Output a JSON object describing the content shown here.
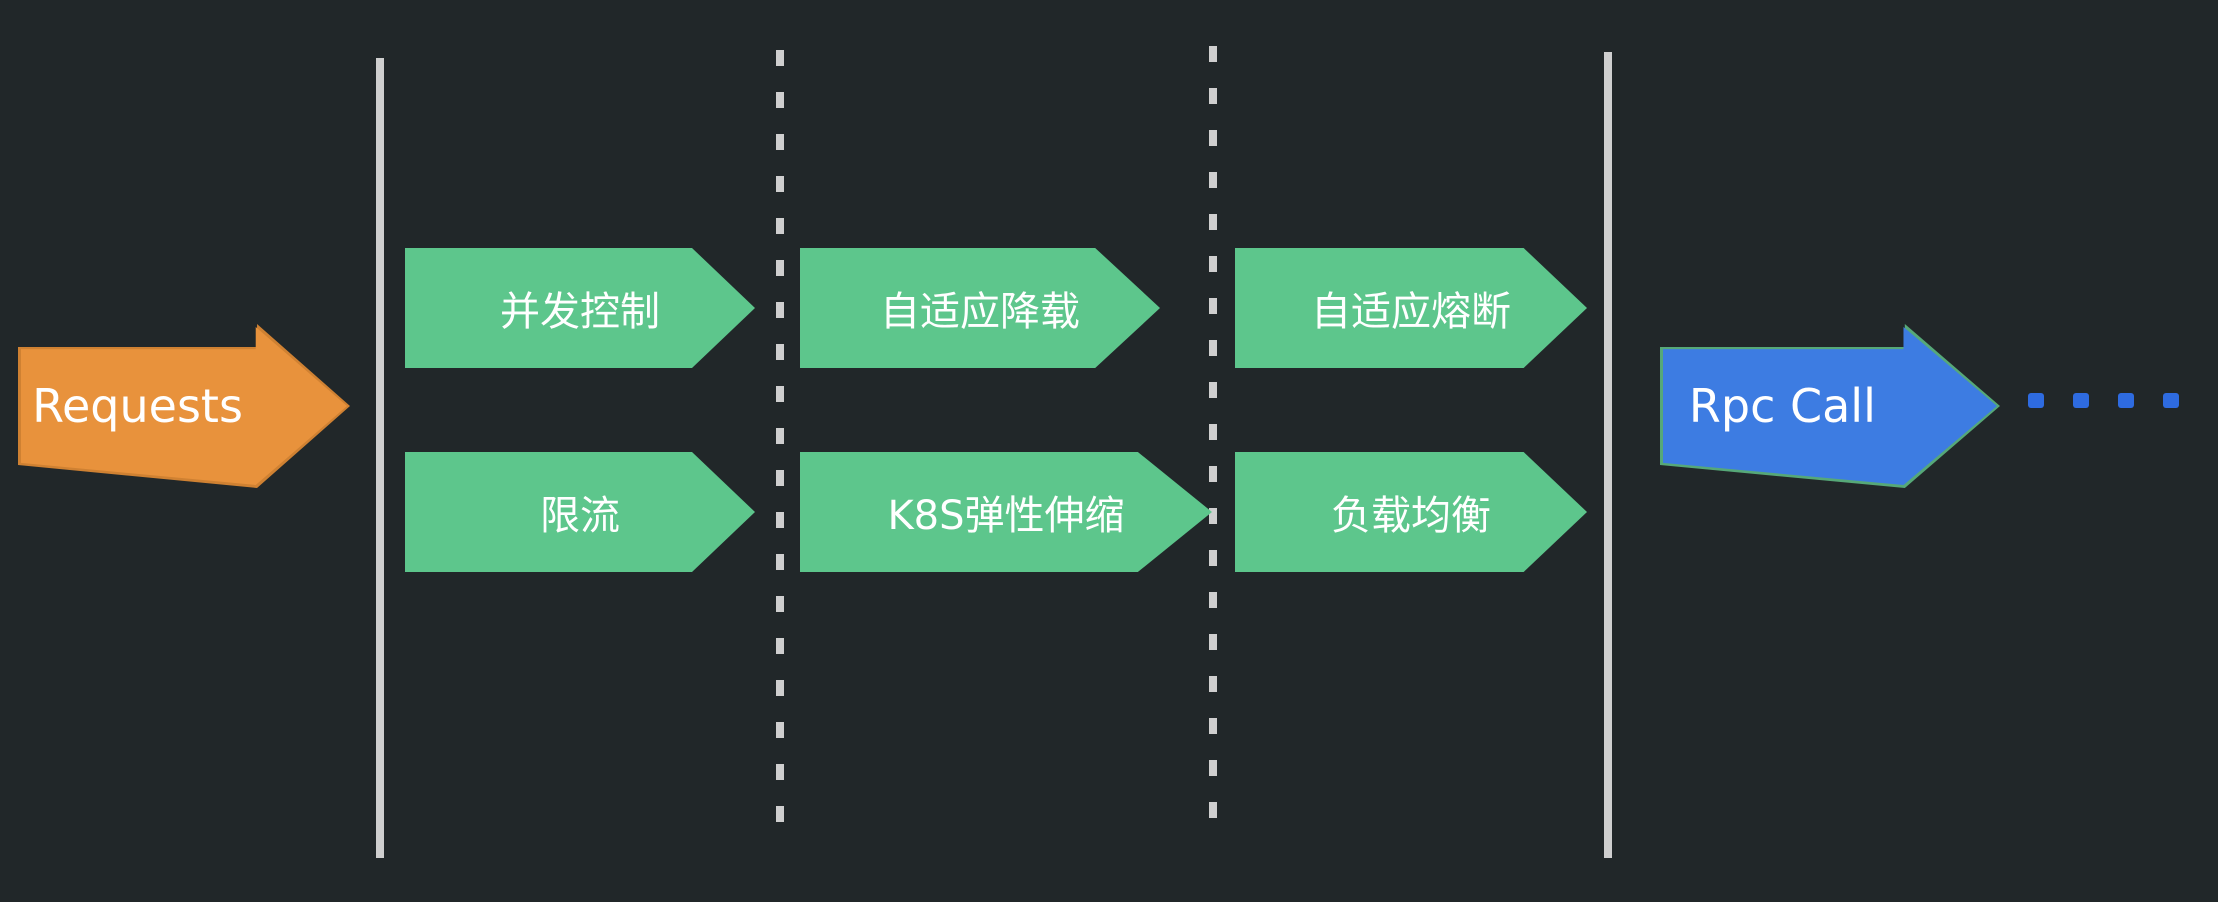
{
  "diagram": {
    "request_arrow": {
      "label": "Requests"
    },
    "rpc_arrow": {
      "label": "Rpc Call"
    },
    "stages": {
      "row1": [
        {
          "label": "并发控制"
        },
        {
          "label": "自适应降载"
        },
        {
          "label": "自适应熔断"
        }
      ],
      "row2": [
        {
          "label": "限流"
        },
        {
          "label": "K8S弹性伸缩"
        },
        {
          "label": "负载均衡"
        }
      ]
    },
    "trailing_dots": {
      "count": 4
    },
    "colors": {
      "background": "#212729",
      "stage_fill": "#5dc68c",
      "request_fill": "#e8923c",
      "request_stroke": "#cf8132",
      "rpc_fill": "#3d7ce2",
      "rpc_stroke": "#56a878",
      "separator": "#cfcfcf",
      "dots": "#2e6be0"
    }
  }
}
